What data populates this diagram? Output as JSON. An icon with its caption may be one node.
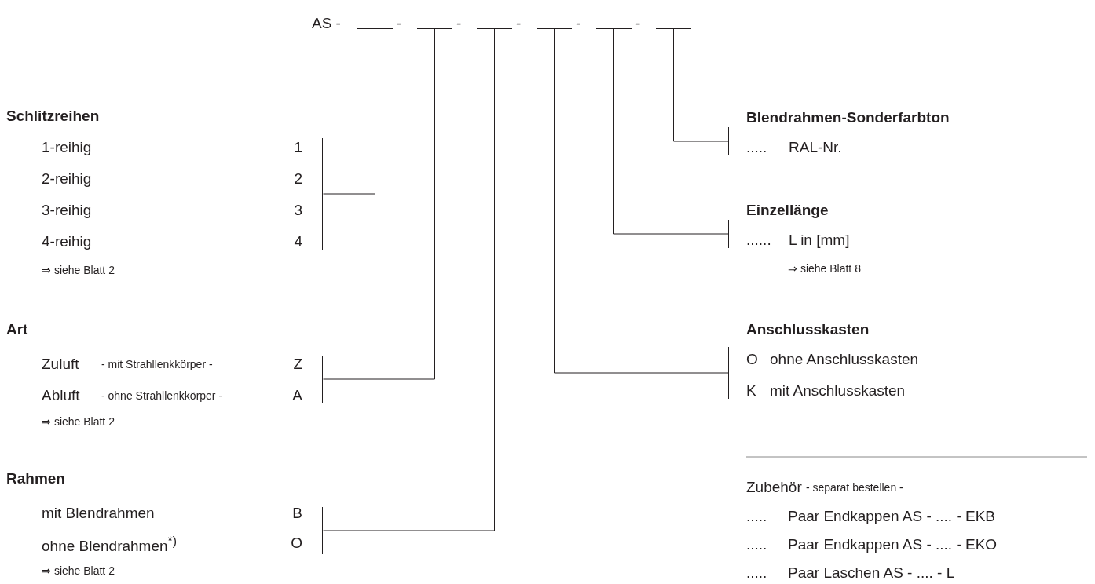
{
  "diagram": {
    "nodes": [
      {
        "text": [],
        "shape": "bar"
      },
      {
        "text": [],
        "shape": "bar"
      },
      {
        "text": [],
        "shape": "bar"
      },
      {
        "text": [],
        "shape": "bar"
      },
      {
        "text": [],
        "shape": "bar"
      },
      {
        "text": [],
        "shape": "bar"
      },
      {
        "text": [
          "Schlitzreihen",
          "1-reihig",
          "1",
          "2-reihig",
          "2",
          "3-reihig",
          "3",
          "4-reihig",
          "4",
          "⇒ siehe Blatt 2"
        ]
      },
      {
        "text": [
          "Art",
          "Zuluft",
          "- mit Strahllenkkörper -",
          "Z",
          "Abluft",
          "- ohne Strahllenkkörper -",
          "A",
          "⇒ siehe Blatt 2"
        ]
      },
      {
        "text": [
          "Rahmen",
          "mit Blendrahmen",
          "B",
          "ohne Blendrahmen$^{*)}$",
          "O",
          "⇒ siehe Blatt 2"
        ]
      },
      {
        "text": [
          "Blendrahmen-Sonderfarbton",
          ".....",
          "RAL-Nr."
        ]
      },
      {
        "text": [
          "Einzellänge",
          "......",
          "L in [mm]",
          "⇒ siehe Blatt 8"
        ]
      },
      {
        "text": [
          "Anschlusskasten",
          "O",
          "ohne Anschlusskasten",
          "K",
          "mit Anschlusskasten"
        ]
      }
    ],
    "edges": [
      {
        "from": 0,
        "to": 6,
        "arrow": "none"
      },
      {
        "from": 1,
        "to": 7,
        "arrow": "none"
      },
      {
        "from": 2,
        "to": 8,
        "arrow": "none"
      },
      {
        "from": 3,
        "to": 11,
        "arrow": "none"
      },
      {
        "from": 4,
        "to": 10,
        "arrow": "none"
      },
      {
        "from": 5,
        "to": 9,
        "arrow": "none"
      }
    ],
    "labels": [
      "AS -",
      "-",
      "-",
      "-",
      "-",
      "-",
      "Zubehör",
      "- separat bestellen -",
      ".....",
      "Paar Endkappen AS - .... - EKB",
      ".....",
      "Paar Endkappen AS - .... - EKO",
      ".....",
      "Paar Laschen AS - .... - L"
    ]
  }
}
